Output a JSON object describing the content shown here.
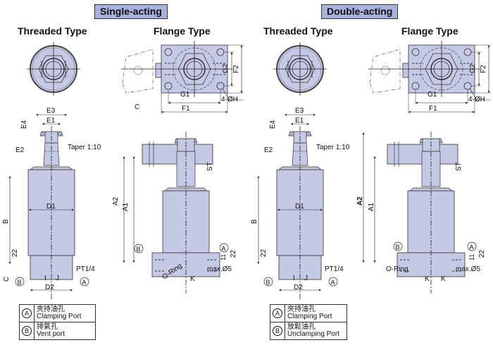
{
  "sections": [
    {
      "header": "Single-acting",
      "threaded_title": "Threaded Type",
      "flange_title": "Flange Type",
      "legend": [
        {
          "symbol": "A",
          "cn": "夾持油孔",
          "en": "Clamping Port"
        },
        {
          "symbol": "B",
          "cn": "排氣孔",
          "en": "Vent port"
        }
      ]
    },
    {
      "header": "Double-acting",
      "threaded_title": "Threaded Type",
      "flange_title": "Flange Type",
      "legend": [
        {
          "symbol": "A",
          "cn": "夾持油孔",
          "en": "Clamping Port"
        },
        {
          "symbol": "B",
          "cn": "放鬆油孔",
          "en": "Unclamping Port"
        }
      ]
    }
  ],
  "dims": {
    "E3": "E3",
    "E1": "E1",
    "E4": "E4",
    "E2": "E2",
    "taper": "Taper 1:10",
    "D1": "D1",
    "D2": "D2",
    "B": "B",
    "C": "C",
    "d22": "22",
    "d11": "11",
    "PT": "PT1/4",
    "I": "I",
    "J": "J",
    "A": "A",
    "Bport": "B",
    "G1": "G1",
    "G2": "G2",
    "F1": "F1",
    "F2": "F2",
    "H": "4-ØH",
    "A1": "A1",
    "A2": "A2",
    "ST": "ST",
    "oring": "O-Ring",
    "K": "K",
    "max": "max.Ø5"
  },
  "colors": {
    "body": "#c5c9e6",
    "header": "#a9b1dd",
    "line": "#222222"
  }
}
